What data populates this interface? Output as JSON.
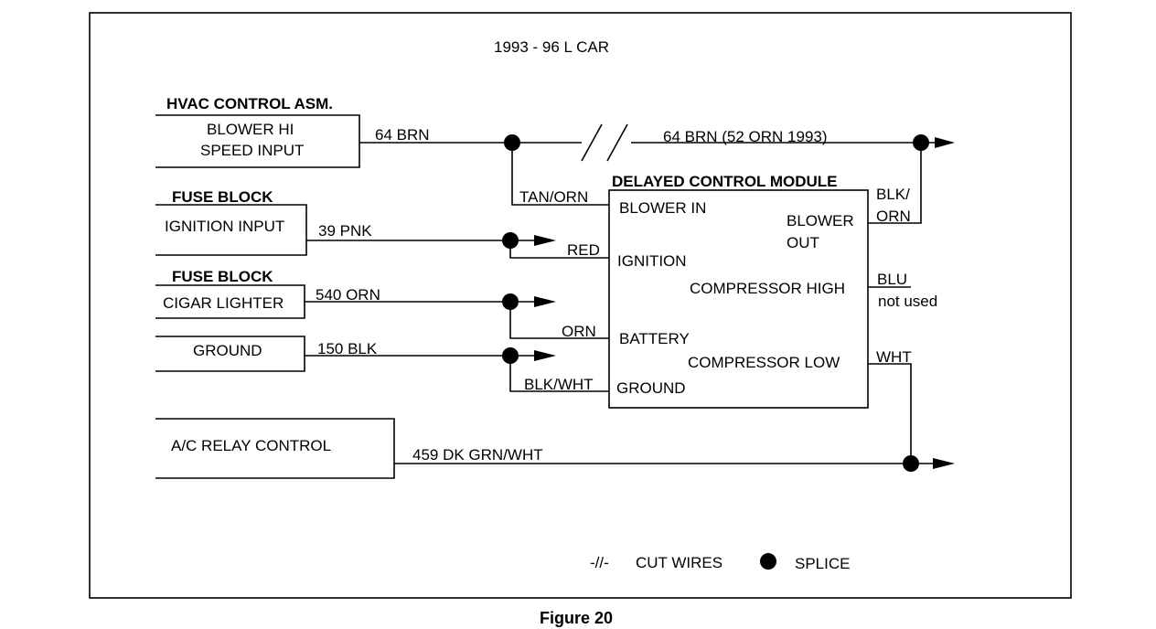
{
  "title": "1993 - 96  L CAR",
  "caption": "Figure 20",
  "hvac": {
    "heading": "HVAC CONTROL ASM.",
    "line1": "BLOWER HI",
    "line2": "SPEED INPUT",
    "wire": "64 BRN"
  },
  "fuse_ignition": {
    "heading": "FUSE BLOCK",
    "label": "IGNITION INPUT",
    "wire": "39 PNK"
  },
  "fuse_cigar": {
    "heading": "FUSE BLOCK",
    "label": "CIGAR LIGHTER",
    "wire": "540 ORN"
  },
  "ground": {
    "label": "GROUND",
    "wire": "150 BLK"
  },
  "ac_relay": {
    "label": "A/C RELAY CONTROL",
    "wire": "459  DK GRN/WHT"
  },
  "cut_wire_label": "64 BRN (52 ORN 1993)",
  "module": {
    "title": "DELAYED CONTROL MODULE",
    "pins_left": [
      "BLOWER IN",
      "IGNITION",
      "BATTERY",
      "GROUND"
    ],
    "blower_out_1": "BLOWER",
    "blower_out_2": "OUT",
    "comp_high": "COMPRESSOR HIGH",
    "comp_low": "COMPRESSOR LOW"
  },
  "taps": {
    "tan_orn": "TAN/ORN",
    "red": "RED",
    "orn": "ORN",
    "blk_wht": "BLK/WHT"
  },
  "right_wires": {
    "blk_orn_1": "BLK/",
    "blk_orn_2": "ORN",
    "blu": "BLU",
    "not_used": "not used",
    "wht": "WHT"
  },
  "legend": {
    "cut_symbol": "-//-",
    "cut_label": "CUT WIRES",
    "splice_label": "SPLICE"
  }
}
